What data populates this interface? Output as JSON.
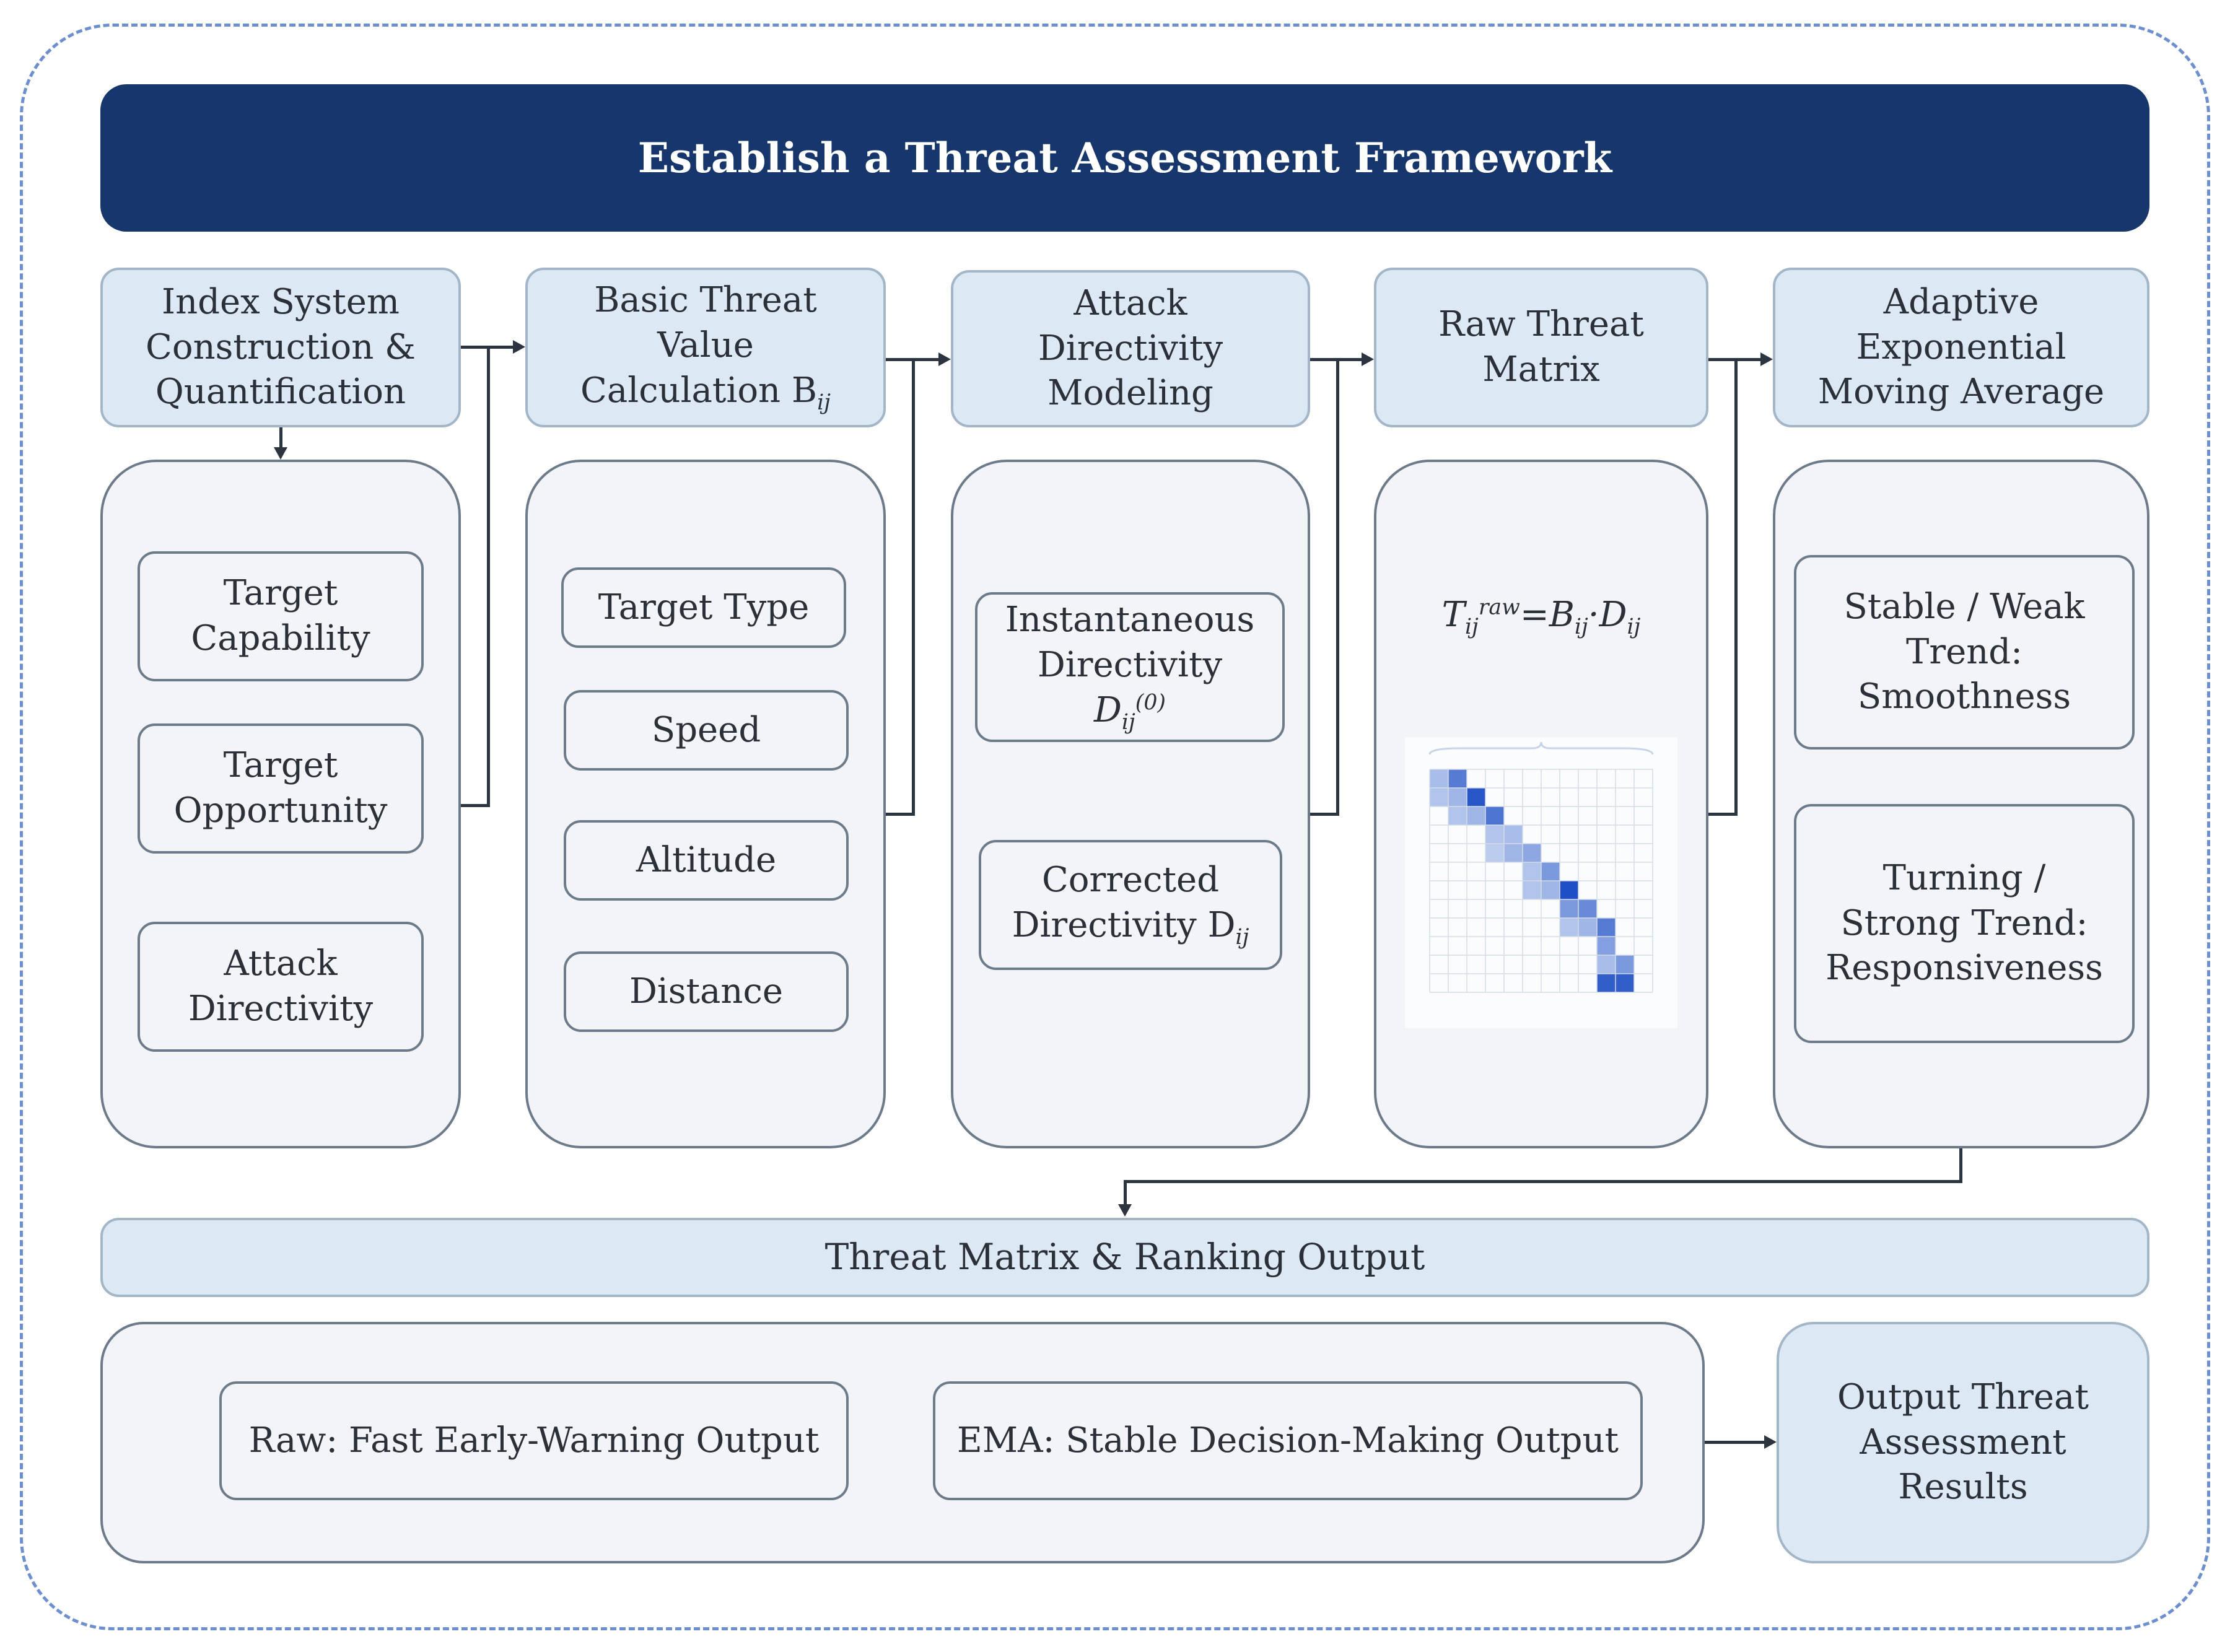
{
  "banner_title": "Establish a Threat Assessment Framework",
  "columns": [
    {
      "header_lines": [
        "Index System",
        "Construction &",
        "Quantification"
      ],
      "items": [
        [
          "Target",
          "Capability"
        ],
        [
          "Target",
          "Opportunity"
        ],
        [
          "Attack",
          "Directivity"
        ]
      ]
    },
    {
      "header_lines": [
        "Basic Threat",
        "Value",
        "Calculation B"
      ],
      "header_sub": "ij",
      "items": [
        [
          "Target Type"
        ],
        [
          "Speed"
        ],
        [
          "Altitude"
        ],
        [
          "Distance"
        ]
      ]
    },
    {
      "header_lines": [
        "Attack",
        "Directivity",
        "Modeling"
      ],
      "items": [
        {
          "lines": [
            "Instantaneous",
            "Directivity"
          ],
          "symbol": "D",
          "sub": "ij",
          "sup": "(0)"
        },
        {
          "lines": [
            "Corrected",
            "Directivity D"
          ],
          "sub": "ij"
        }
      ]
    },
    {
      "header_lines": [
        "Raw Threat",
        "Matrix"
      ],
      "formula": {
        "T": "T",
        "T_sub": "ij",
        "T_sup": "raw",
        "eq": "=",
        "B": "B",
        "B_sub": "ij",
        "dot": "·",
        "D": "D",
        "D_sub": "ij"
      }
    },
    {
      "header_lines": [
        "Adaptive",
        "Exponential",
        "Moving Average"
      ],
      "items": [
        [
          "Stable / Weak",
          "Trend:",
          "Smoothness"
        ],
        [
          "Turning /",
          "Strong Trend:",
          "Responsiveness"
        ]
      ]
    }
  ],
  "ranking_bar": "Threat Matrix & Ranking Output",
  "outputs": [
    "Raw: Fast Early-Warning Output",
    "EMA: Stable Decision-Making Output"
  ],
  "final_lines": [
    "Output Threat",
    "Assessment",
    "Results"
  ],
  "matrix_cells": [
    [
      0,
      1,
      0.7
    ],
    [
      1,
      1,
      0.3
    ],
    [
      1,
      2,
      0.95
    ],
    [
      2,
      2,
      0.3
    ],
    [
      2,
      3,
      0.75
    ],
    [
      3,
      3,
      0.2
    ],
    [
      3,
      4,
      0.25
    ],
    [
      4,
      4,
      0.3
    ],
    [
      4,
      5,
      0.4
    ],
    [
      5,
      5,
      0.2
    ],
    [
      5,
      6,
      0.5
    ],
    [
      6,
      6,
      0.3
    ],
    [
      6,
      7,
      1.0
    ],
    [
      7,
      7,
      0.5
    ],
    [
      7,
      8,
      0.6
    ],
    [
      8,
      8,
      0.3
    ],
    [
      8,
      9,
      0.7
    ],
    [
      9,
      9,
      0.45
    ],
    [
      10,
      9,
      0.25
    ],
    [
      10,
      10,
      0.5
    ],
    [
      11,
      9,
      0.9
    ],
    [
      11,
      10,
      0.9
    ],
    [
      2,
      1,
      0.2
    ],
    [
      4,
      3,
      0.15
    ],
    [
      6,
      5,
      0.2
    ],
    [
      8,
      7,
      0.2
    ],
    [
      1,
      0,
      0.2
    ],
    [
      0,
      0,
      0.25
    ]
  ],
  "colors": {
    "banner": "#17366b",
    "header_fill": "#dce8f4",
    "panel_fill": "#f2f4f7",
    "matrix_dark": "#1f4fc4",
    "matrix_light": "#d6e2f6"
  }
}
